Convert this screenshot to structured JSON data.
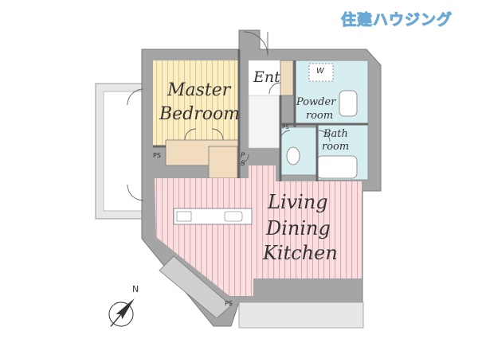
{
  "brand": {
    "name": "住建ハウジング"
  },
  "rooms": {
    "master_bedroom": {
      "line1": "Master",
      "line2": "Bedroom"
    },
    "entrance": {
      "label": "Ent"
    },
    "powder_room": {
      "line1": "Powder",
      "line2": "room"
    },
    "bath_room": {
      "line1": "Bath",
      "line2": "room"
    },
    "ldk": {
      "line1": "Living",
      "line2": "Dining",
      "line3": "Kitchen"
    }
  },
  "fixtures": {
    "washer": "W",
    "pipe_shaft": "PS",
    "pipe_shaft_stacked": {
      "top": "P",
      "bottom": "S"
    }
  },
  "compass": {
    "north": "N"
  },
  "colors": {
    "bedroom_floor": "#fbeec5",
    "bedroom_stripe": "#e2c98a",
    "ldk_floor": "#f9dfe0",
    "ldk_stripe": "#dba9ae",
    "wet_area": "#d7eef0",
    "wall": "#a5a5a5",
    "storage": "#f1dcc0",
    "brand_fill": "#b9d9ef",
    "brand_stroke": "#6aa8d6"
  }
}
